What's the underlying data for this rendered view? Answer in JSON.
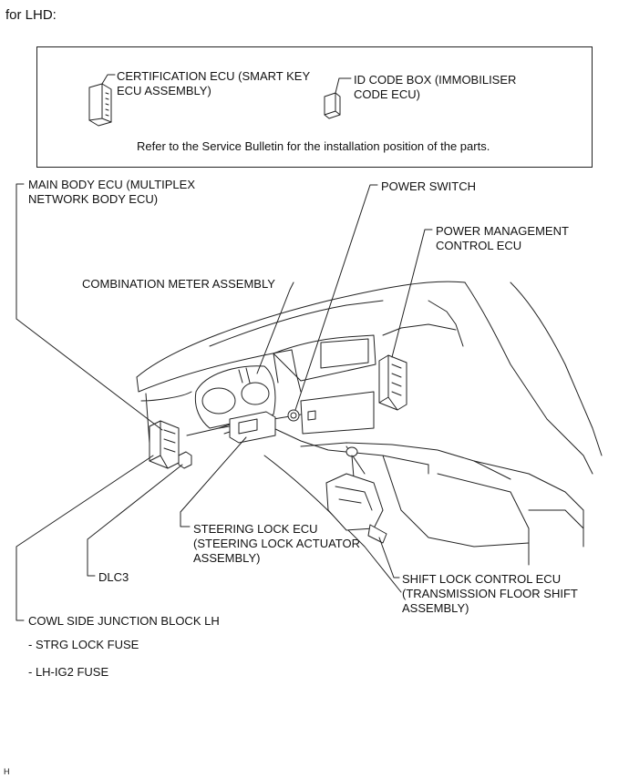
{
  "heading": "for LHD:",
  "box": {
    "cert_ecu": [
      "CERTIFICATION ECU (SMART KEY",
      "ECU ASSEMBLY)"
    ],
    "id_code_box": [
      "ID CODE BOX (IMMOBILISER",
      "CODE ECU)"
    ],
    "note": "Refer to the Service Bulletin for the installation position of the parts."
  },
  "labels": {
    "main_body_ecu": [
      "MAIN BODY ECU (MULTIPLEX",
      "NETWORK BODY ECU)"
    ],
    "power_switch": "POWER SWITCH",
    "power_mgmt_ecu": [
      "POWER MANAGEMENT",
      "CONTROL ECU"
    ],
    "combination_meter": "COMBINATION METER ASSEMBLY",
    "steering_lock_ecu": [
      "STEERING LOCK ECU",
      "(STEERING LOCK ACTUATOR",
      "ASSEMBLY)"
    ],
    "dlc3": "DLC3",
    "shift_lock_ecu": [
      "SHIFT LOCK CONTROL ECU",
      "(TRANSMISSION FLOOR SHIFT",
      "ASSEMBLY)"
    ],
    "cowl_side_jb": "COWL SIDE JUNCTION BLOCK LH",
    "fuses": [
      "- STRG LOCK FUSE",
      "- LH-IG2 FUSE"
    ]
  },
  "footer": "H"
}
